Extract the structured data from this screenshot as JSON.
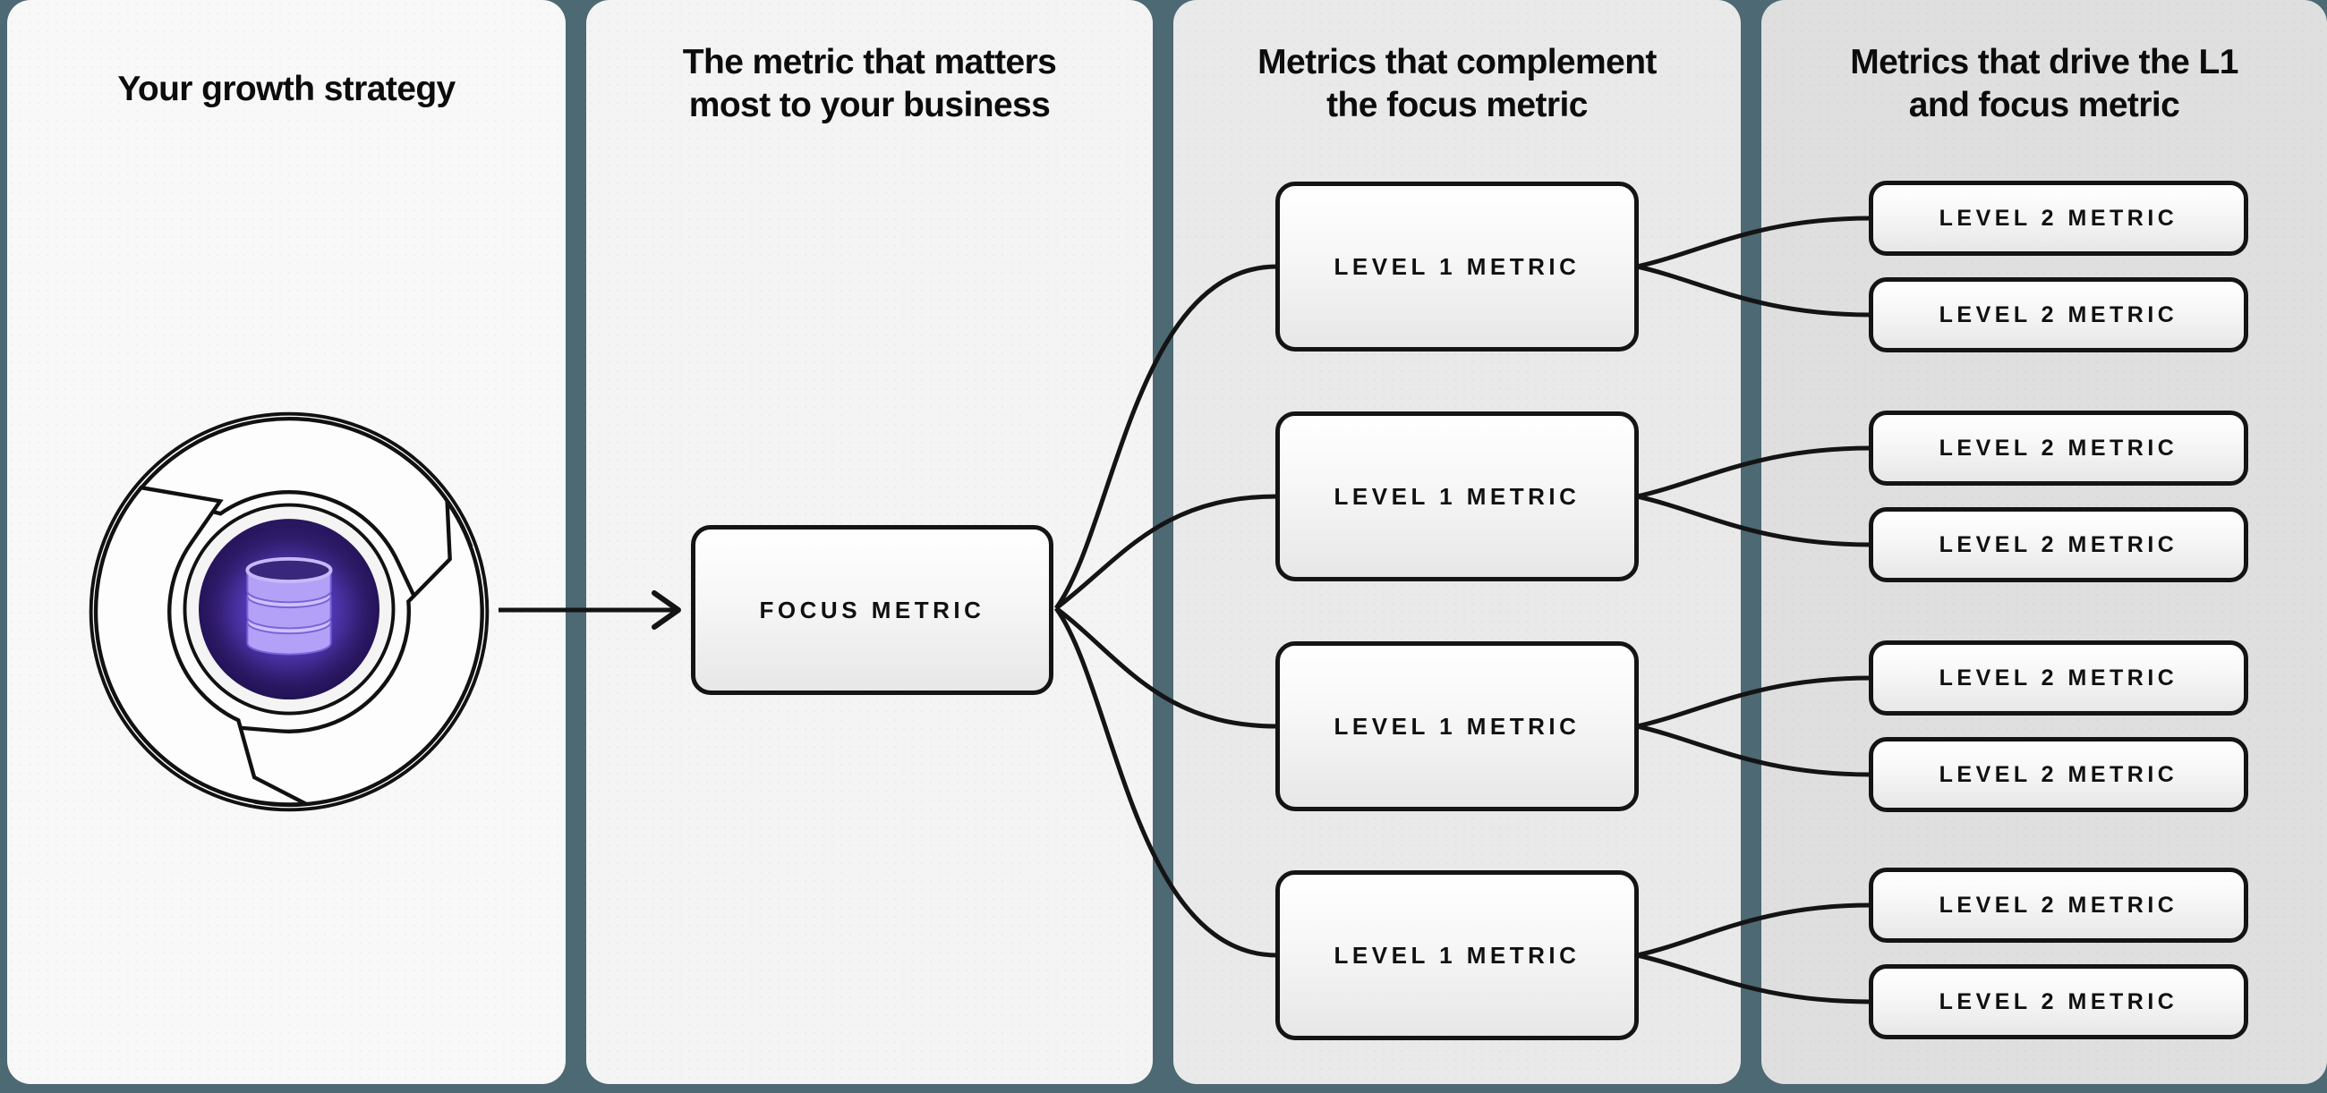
{
  "diagram": {
    "columns": [
      {
        "id": "growth-strategy",
        "header_lines": [
          "Your growth strategy"
        ]
      },
      {
        "id": "focus-metric-column",
        "header_lines": [
          "The metric that matters",
          "most to your business"
        ]
      },
      {
        "id": "level1-column",
        "header_lines": [
          "Metrics that complement",
          "the focus metric"
        ]
      },
      {
        "id": "level2-column",
        "header_lines": [
          "Metrics that drive the L1",
          "and focus metric"
        ]
      }
    ],
    "nodes": {
      "focus": {
        "label": "FOCUS METRIC"
      },
      "level1": [
        {
          "label": "LEVEL 1 METRIC"
        },
        {
          "label": "LEVEL 1 METRIC"
        },
        {
          "label": "LEVEL 1 METRIC"
        },
        {
          "label": "LEVEL 1 METRIC"
        }
      ],
      "level2": [
        {
          "label": "LEVEL 2 METRIC"
        },
        {
          "label": "LEVEL 2 METRIC"
        },
        {
          "label": "LEVEL 2 METRIC"
        },
        {
          "label": "LEVEL 2 METRIC"
        },
        {
          "label": "LEVEL 2 METRIC"
        },
        {
          "label": "LEVEL 2 METRIC"
        },
        {
          "label": "LEVEL 2 METRIC"
        },
        {
          "label": "LEVEL 2 METRIC"
        }
      ]
    },
    "icon": "growth-flywheel-database-icon",
    "edges": [
      {
        "from": "growth-strategy-icon",
        "to": "focus-metric",
        "style": "straight-arrow"
      },
      {
        "from": "level1-metric-1",
        "to": "focus-metric",
        "style": "curve"
      },
      {
        "from": "level1-metric-2",
        "to": "focus-metric",
        "style": "curve"
      },
      {
        "from": "level1-metric-3",
        "to": "focus-metric",
        "style": "curve"
      },
      {
        "from": "level1-metric-4",
        "to": "focus-metric",
        "style": "curve"
      },
      {
        "from": "level2-metric-1",
        "to": "level1-metric-1",
        "style": "curve"
      },
      {
        "from": "level2-metric-2",
        "to": "level1-metric-1",
        "style": "curve"
      },
      {
        "from": "level2-metric-3",
        "to": "level1-metric-2",
        "style": "curve"
      },
      {
        "from": "level2-metric-4",
        "to": "level1-metric-2",
        "style": "curve"
      },
      {
        "from": "level2-metric-5",
        "to": "level1-metric-3",
        "style": "curve"
      },
      {
        "from": "level2-metric-6",
        "to": "level1-metric-3",
        "style": "curve"
      },
      {
        "from": "level2-metric-7",
        "to": "level1-metric-4",
        "style": "curve"
      },
      {
        "from": "level2-metric-8",
        "to": "level1-metric-4",
        "style": "curve"
      }
    ],
    "colors": {
      "background_teal": "#4d6973",
      "panel_1": "#f8f8f8",
      "panel_2": "#f4f4f4",
      "panel_3": "#e9e9e9",
      "panel_4": "#dfdfdf",
      "line": "#141414",
      "node_border": "#141414",
      "icon_core_dark_purple": "#241457",
      "icon_database_purple": "#b3a1f7"
    }
  }
}
